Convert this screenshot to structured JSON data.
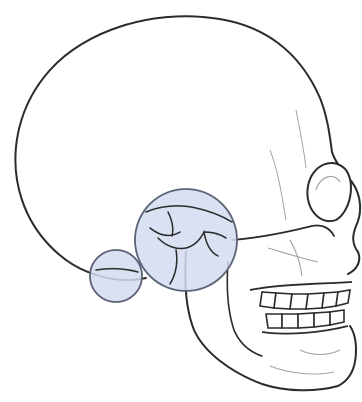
{
  "colors": {
    "background": "#ffffff",
    "outline": "#2b2b2b",
    "shading": "#a3a3a3",
    "highlight_fill": "#d3dcf1",
    "highlight_stroke": "#5a6275"
  },
  "figure": {
    "subject": "skull-lateral-view",
    "highlight_regions": [
      "temporal-bone-region",
      "occipital-mastoid-region"
    ]
  }
}
